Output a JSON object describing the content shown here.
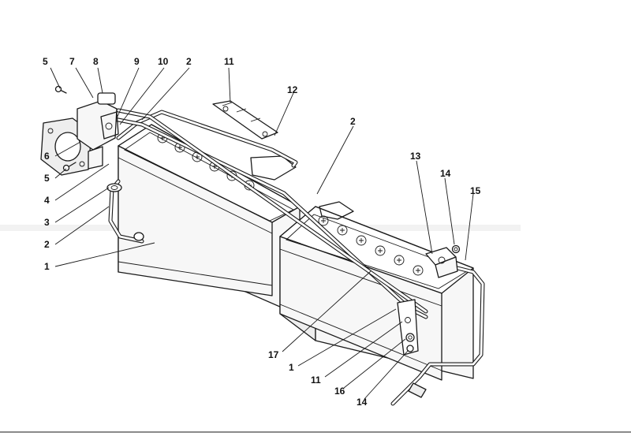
{
  "callouts": {
    "c5a": "5",
    "c7": "7",
    "c8": "8",
    "c9": "9",
    "c10": "10",
    "c2a": "2",
    "c11a": "11",
    "c12": "12",
    "c2b": "2",
    "c13": "13",
    "c14a": "14",
    "c15": "15",
    "c6": "6",
    "c5b": "5",
    "c4": "4",
    "c3": "3",
    "c2c": "2",
    "c1a": "1",
    "c17": "17",
    "c1b": "1",
    "c11b": "11",
    "c16": "16",
    "c14b": "14"
  }
}
